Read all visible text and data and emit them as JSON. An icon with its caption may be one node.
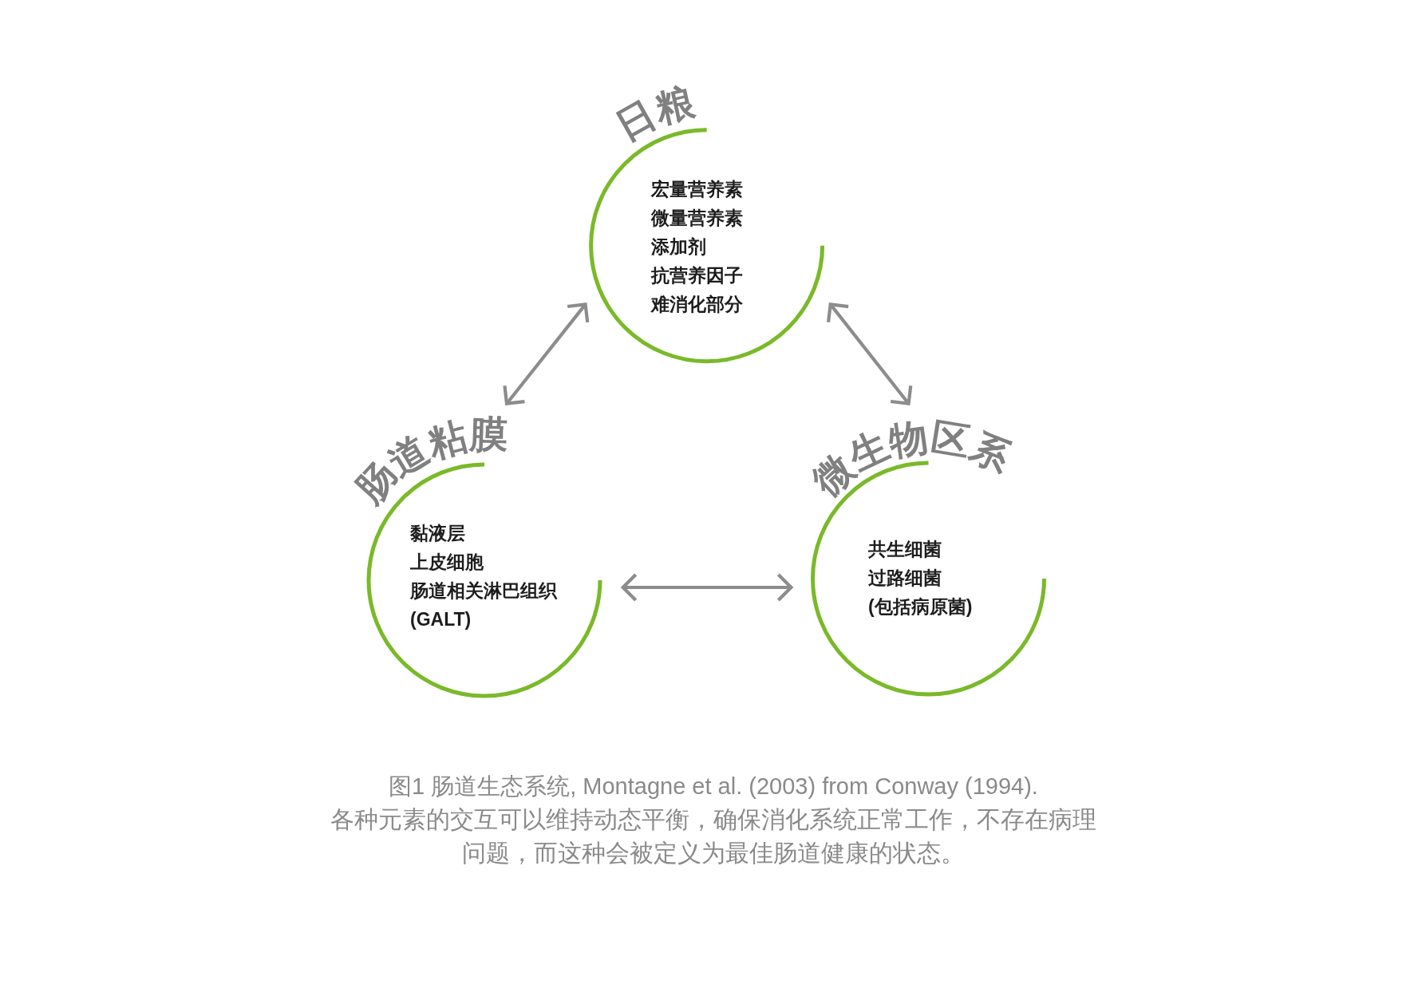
{
  "diagram": {
    "title": "图1 肠道生态系统, Montagne et al. (2003) from Conway (1994).",
    "caption": "各种元素的交互可以维持动态平衡，确保消化系统正常工作，不存在病理问题，而这种会被定义为最佳肠道健康的状态。",
    "nodes": [
      {
        "text": [
          "日粮",
          "宏量营养素",
          "微量营养素",
          "添加剂",
          "抗营养因子",
          "难消化部分"
        ]
      },
      {
        "text": [
          "肠道粘膜",
          "黏液层",
          "上皮细胞",
          "肠道相关淋巴组织",
          "(GALT)"
        ]
      },
      {
        "text": [
          "微生物区系",
          "共生细菌",
          "过路细菌",
          "(包括病原菌)"
        ]
      }
    ],
    "edges": [
      {
        "from": 0,
        "to": 1,
        "arrow": "both"
      },
      {
        "from": 0,
        "to": 2,
        "arrow": "both"
      },
      {
        "from": 1,
        "to": 2,
        "arrow": "both"
      }
    ]
  }
}
